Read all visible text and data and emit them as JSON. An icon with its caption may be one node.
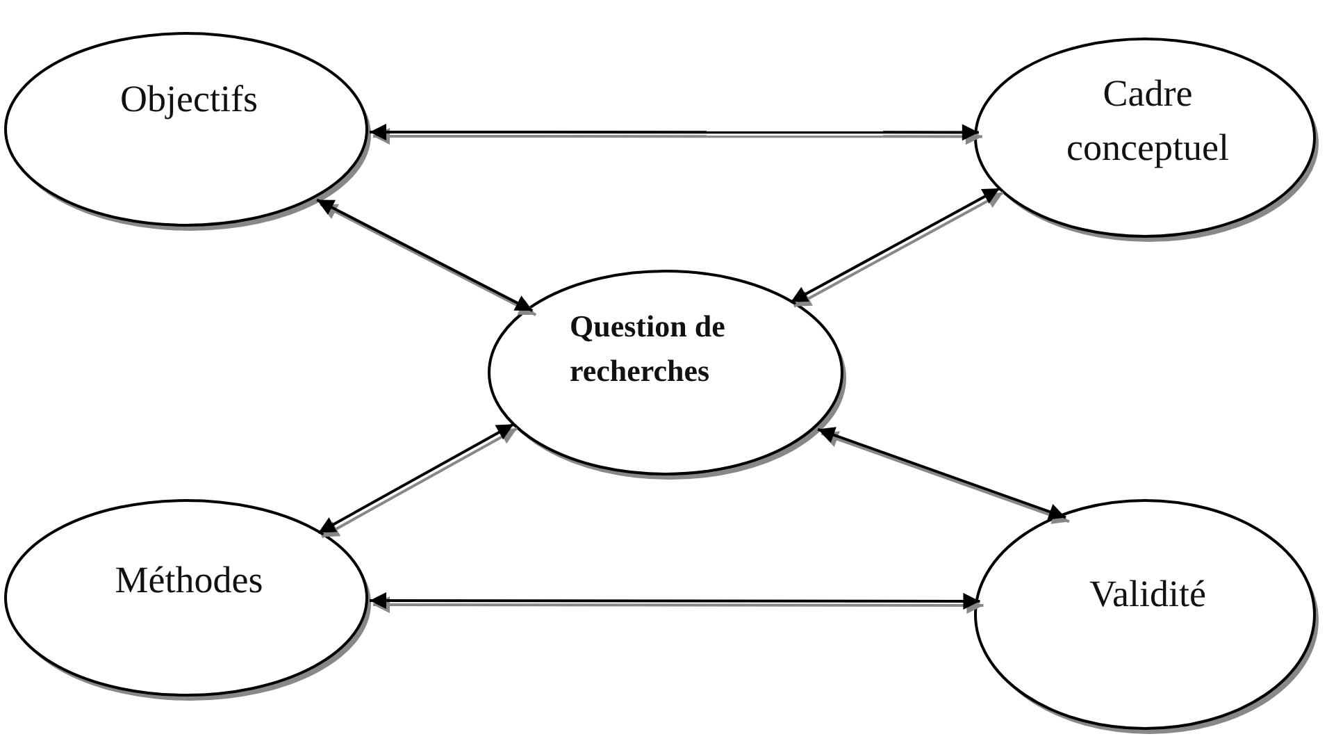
{
  "diagram": {
    "nodes": [
      {
        "text": [
          "Objectifs"
        ]
      },
      {
        "text": [
          "Cadre conceptuel"
        ]
      },
      {
        "text": [
          "Question de recherches"
        ]
      },
      {
        "text": [
          "Méthodes"
        ]
      },
      {
        "text": [
          "Validité"
        ]
      }
    ],
    "edges": [
      {
        "from": 0,
        "to": 1,
        "arrow": "both"
      },
      {
        "from": 0,
        "to": 2,
        "arrow": "both"
      },
      {
        "from": 1,
        "to": 2,
        "arrow": "both"
      },
      {
        "from": 2,
        "to": 3,
        "arrow": "both"
      },
      {
        "from": 2,
        "to": 4,
        "arrow": "both"
      },
      {
        "from": 3,
        "to": 4,
        "arrow": "both"
      }
    ]
  }
}
